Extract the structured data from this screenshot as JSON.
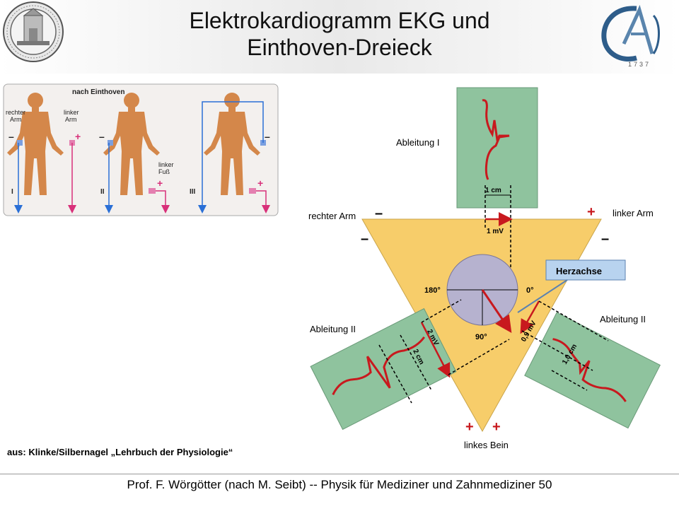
{
  "title": {
    "line1": "Elektrokardiogramm EKG und",
    "line2": "Einthoven-Dreieck"
  },
  "einthoven": {
    "heading": "nach Einthoven",
    "right_arm_1": "rechter",
    "right_arm_2": "Arm",
    "left_arm_1": "linker",
    "left_arm_2": "Arm",
    "left_foot_1": "linker",
    "left_foot_2": "Fuß",
    "minus": "–",
    "plus": "+",
    "lead_1": "I",
    "lead_2": "II",
    "lead_3": "III"
  },
  "triangle": {
    "ableitung_1": "Ableitung I",
    "ableitung_2": "Ableitung II",
    "ableitung_3": "Ableitung II",
    "rechter_arm": "rechter Arm",
    "linker_arm": "linker Arm",
    "linkes_bein": "linkes Bein",
    "minus": "–",
    "plus": "+",
    "one_cm": "1 cm",
    "one_mv": "1 mV",
    "herzachse": "Herzachse",
    "deg_180": "180°",
    "deg_0": "0°",
    "deg_90": "90°",
    "two_mv": "2 mV",
    "two_cm": "2 cm",
    "zero_nine_mv": "0,9 mV",
    "one_zero_cm": "1,0 cm"
  },
  "caption": "aus: Klinke/Silbernagel „Lehrbuch der Physiologie“",
  "footer": "Prof. F. Wörgötter (nach M. Seibt) -- Physik für Mediziner und Zahnmediziner  50",
  "colors": {
    "skin": "#d4874a",
    "lead_blue": "#2a6fd6",
    "lead_pink": "#d8307a",
    "triangle": "#f7cd6a",
    "ecg_box": "#8fc39e",
    "ecg_trace": "#c8191e",
    "circle": "#b6b2cf"
  },
  "icons": {
    "left": "university-seal-icon",
    "right": "ga-monogram-logo-icon"
  }
}
